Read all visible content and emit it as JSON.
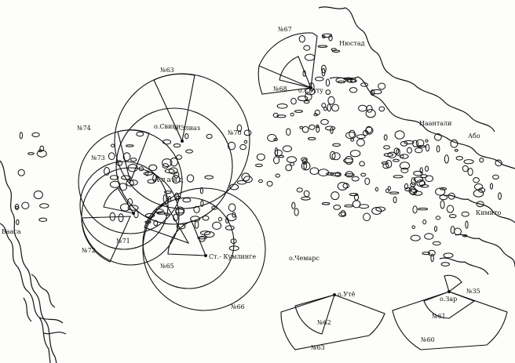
{
  "map": {
    "sector_labels": [
      {
        "id": "n63a",
        "text": "№63"
      },
      {
        "id": "n67",
        "text": "№67"
      },
      {
        "id": "n68",
        "text": "№68"
      },
      {
        "id": "n74",
        "text": "№74"
      },
      {
        "id": "n70",
        "text": "№70"
      },
      {
        "id": "n73",
        "text": "№73"
      },
      {
        "id": "n72",
        "text": "№72"
      },
      {
        "id": "n71",
        "text": "№71"
      },
      {
        "id": "n65",
        "text": "№65"
      },
      {
        "id": "n66",
        "text": "№66"
      },
      {
        "id": "n62",
        "text": "№62"
      },
      {
        "id": "n63b",
        "text": "№63"
      },
      {
        "id": "n61",
        "text": "№61"
      },
      {
        "id": "n60",
        "text": "№60"
      },
      {
        "id": "n35",
        "text": "№35"
      }
    ],
    "place_labels": [
      {
        "id": "nystad",
        "text": "Нюстад"
      },
      {
        "id": "vaza",
        "text": "Вааса"
      },
      {
        "id": "abo",
        "text": "Або"
      },
      {
        "id": "kimito",
        "text": "Кимито"
      },
      {
        "id": "aland",
        "text": "Аланд"
      },
      {
        "id": "kumlinge",
        "text": "Ст.- Кумлинге"
      },
      {
        "id": "chemars",
        "text": "о.Чемарс"
      },
      {
        "id": "naantali",
        "text": "Наантали"
      },
      {
        "id": "eliaz",
        "text": "о.Элиаз"
      },
      {
        "id": "svinn",
        "text": "о.Свинн"
      },
      {
        "id": "utlo",
        "text": "о.Утё"
      },
      {
        "id": "zar",
        "text": "о.Зар"
      },
      {
        "id": "sottu",
        "text": "о.Сотту"
      }
    ]
  }
}
